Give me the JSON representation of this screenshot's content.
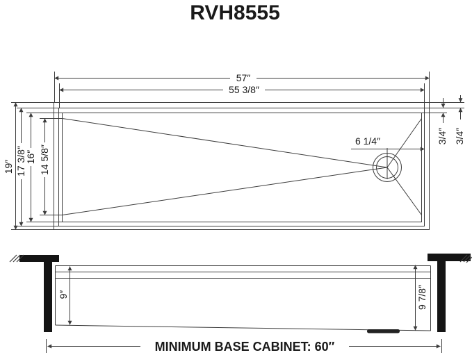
{
  "title": "RVH8555",
  "top_view": {
    "width_outer": "57″",
    "width_inner": "55 3/8″",
    "height_outer": "19″",
    "height_mid": "17 3/8″",
    "height_basin": "16″",
    "height_floor": "14 5/8″",
    "drain_to_edge": "6 1/4″",
    "rim_step_inner": "3/4″",
    "rim_step_outer": "3/4″"
  },
  "front_view": {
    "depth_left": "9″",
    "depth_right": "9 7/8″"
  },
  "footer": {
    "label": "MINIMUM BASE CABINET: 60″"
  },
  "colors": {
    "line": "#3c3c3c",
    "ink": "#141414",
    "background": "#ffffff"
  }
}
